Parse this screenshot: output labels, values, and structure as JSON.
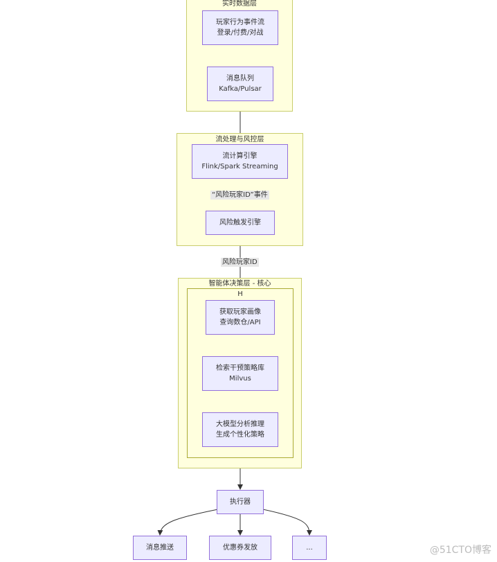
{
  "clusters": {
    "realtime": {
      "title": "实时数据层"
    },
    "stream": {
      "title": "流处理与风控层"
    },
    "agent": {
      "title": "智能体决策层 - 核心"
    },
    "agent_inner": {
      "title": "H"
    }
  },
  "nodes": {
    "player_events": {
      "line1": "玩家行为事件流",
      "line2": "登录/付费/对战"
    },
    "mq": {
      "line1": "消息队列",
      "line2": "Kafka/Pulsar"
    },
    "stream_engine": {
      "line1": "流计算引擎",
      "line2": "Flink/Spark Streaming"
    },
    "risk_trigger": {
      "line1": "风险触发引擎"
    },
    "get_profile": {
      "line1": "获取玩家画像",
      "line2": "查询数仓/API"
    },
    "retrieve": {
      "line1": "检索干预策略库",
      "line2": "Milvus"
    },
    "llm": {
      "line1": "大模型分析推理",
      "line2": "生成个性化策略"
    },
    "executor": {
      "line1": "执行器"
    },
    "push": {
      "line1": "消息推送"
    },
    "coupon": {
      "line1": "优惠券发放"
    },
    "more": {
      "line1": "..."
    }
  },
  "edge_labels": {
    "risk_event": "“风险玩家ID”事件",
    "risk_id": "风险玩家ID"
  },
  "watermark": "@51CTO博客",
  "colors": {
    "node_fill": "#ececff",
    "node_stroke": "#9370db",
    "cluster_fill": "#ffffde",
    "cluster_stroke": "#c9cd6c",
    "edge": "#333333"
  }
}
